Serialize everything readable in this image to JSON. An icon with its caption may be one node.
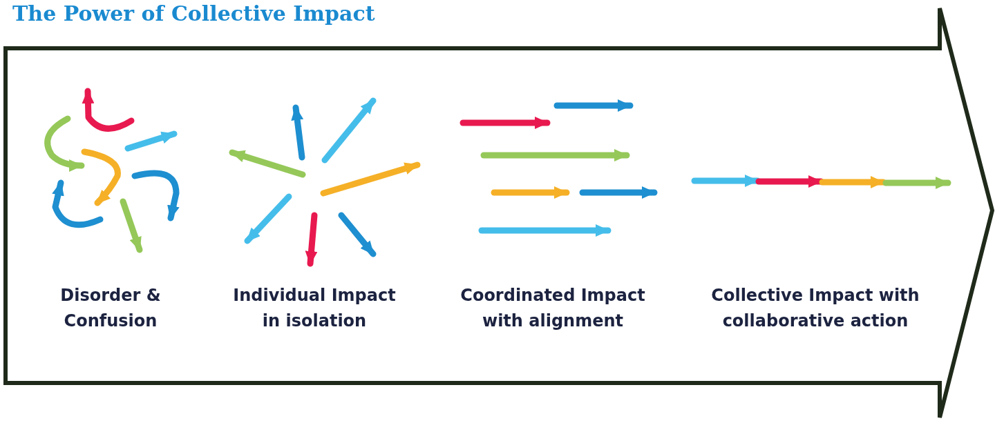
{
  "diagram": {
    "title": "The Power of Collective Impact",
    "labels": [
      "Disorder & Confusion",
      "Individual Impact in isolation",
      "Coordinated Impact with alignment",
      "Collective Impact with collaborative action"
    ]
  }
}
